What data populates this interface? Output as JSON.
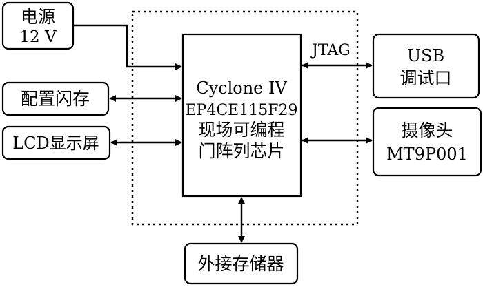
{
  "power": {
    "line1": "电源",
    "line2": "12 V"
  },
  "config_flash": {
    "label": "配置闪存"
  },
  "lcd": {
    "label": "LCD显示屏"
  },
  "usb": {
    "line1": "USB",
    "line2": "调试口"
  },
  "camera": {
    "line1": "摄像头",
    "line2": "MT9P001"
  },
  "fpga": {
    "line1": "Cyclone ⅠV",
    "line2": "EP4CE115F29",
    "line3": "现场可编程",
    "line4": "门阵列芯片"
  },
  "external_memory": {
    "label": "外接存储器"
  },
  "jtag_label": "JTAG"
}
